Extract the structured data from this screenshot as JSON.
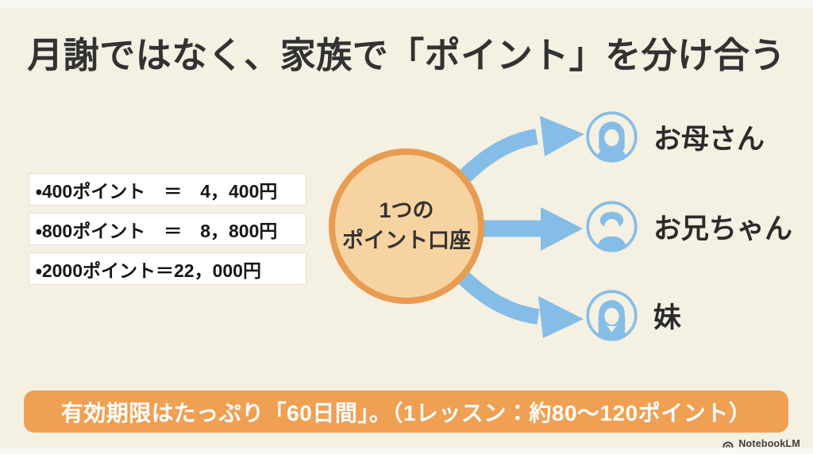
{
  "title": "月謝ではなく、家族で「ポイント」を分け合う",
  "price_list": {
    "items": [
      "・400ポイント　＝　4，400円",
      "・800ポイント　＝　8，800円",
      "・2000ポイント＝22，000円"
    ]
  },
  "hub": {
    "line1": "1つの",
    "line2": "ポイント口座"
  },
  "members": [
    {
      "label": "お母さん",
      "icon": "woman-long-hair-avatar"
    },
    {
      "label": "お兄ちゃん",
      "icon": "man-short-hair-avatar"
    },
    {
      "label": "妹",
      "icon": "girl-long-hair-avatar"
    }
  ],
  "banner": {
    "text": "有効期限はたっぷり「60日間」。（1レッスン：約80〜120ポイント）"
  },
  "watermark": {
    "label": "NotebookLM"
  },
  "colors": {
    "background": "#F4F0E2",
    "hub_fill": "#F8D3A2",
    "hub_border": "#E89C52",
    "arrow_blue": "#85BDE7",
    "banner_orange": "#EFA053",
    "row_white": "#FFFFFF",
    "text_dark": "#323232",
    "banner_text": "#FFFFFF"
  }
}
